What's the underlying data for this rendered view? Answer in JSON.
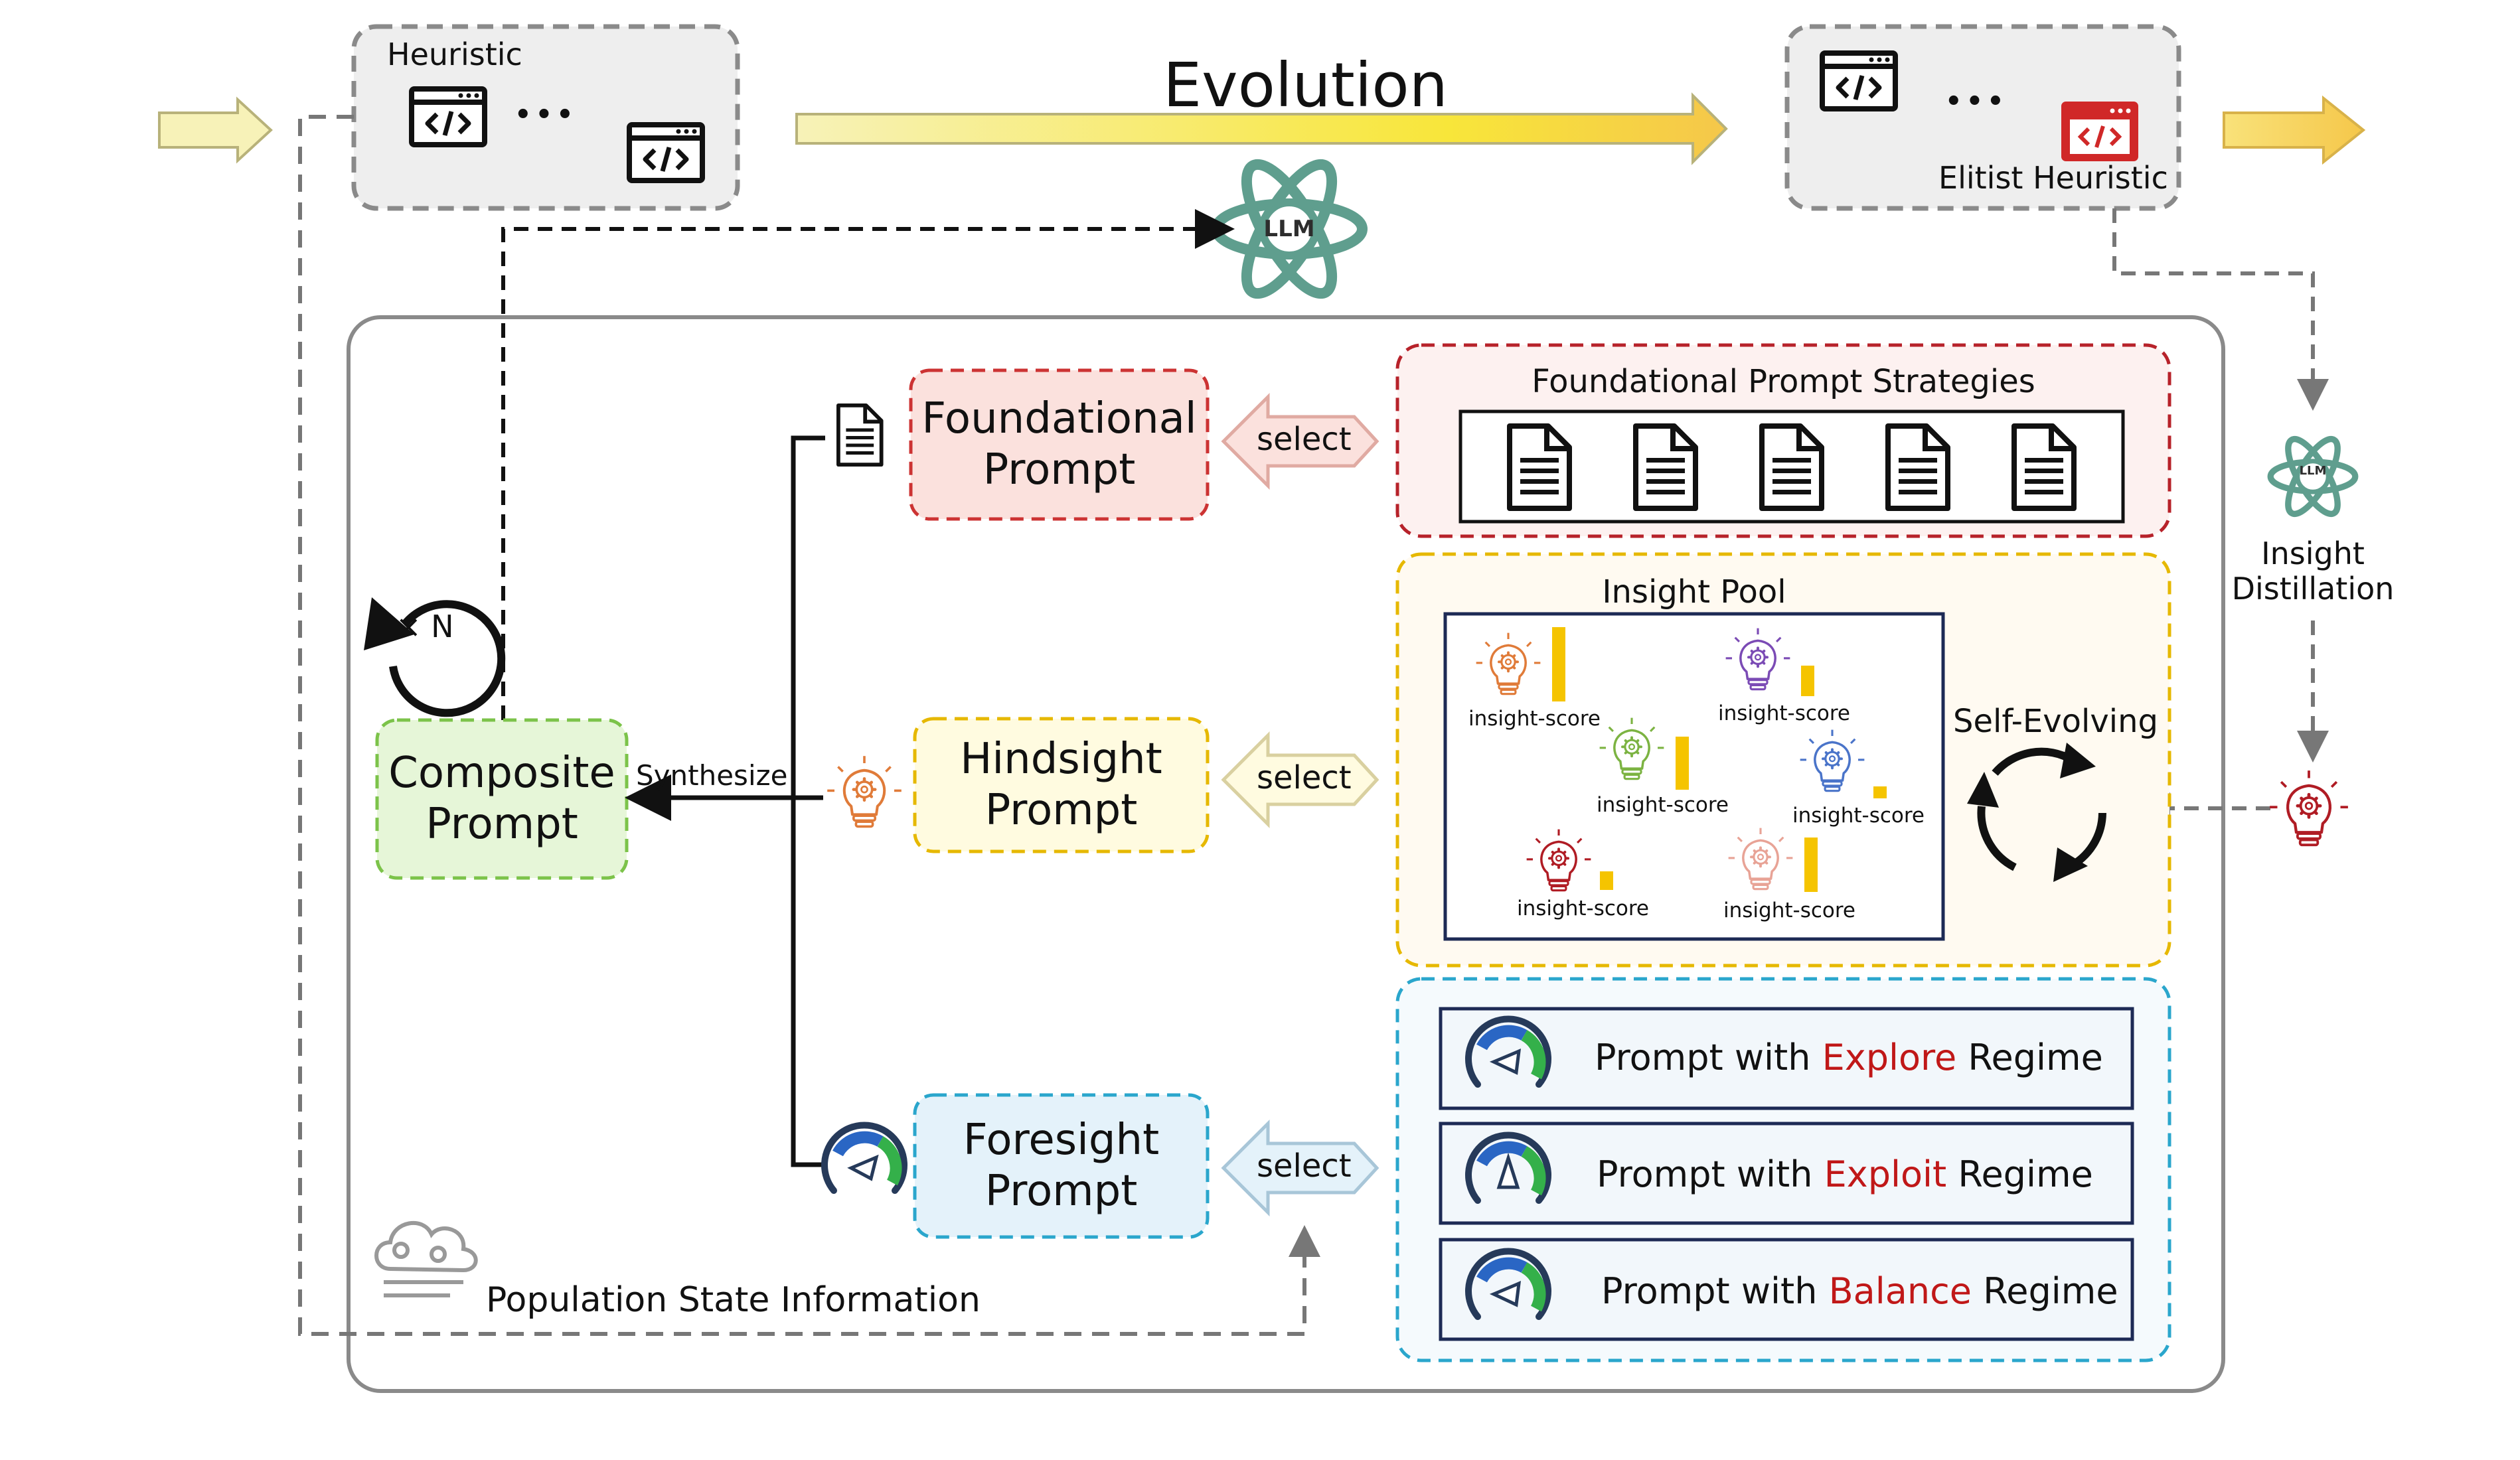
{
  "top": {
    "heuristic_label": "Heuristic",
    "ellipsis_left": "•••",
    "evolution_label": "Evolution",
    "ellipsis_right": "•••",
    "elitist_label": "Elitist Heuristic",
    "llm_label": "LLM"
  },
  "left": {
    "repeat_label": "× N",
    "composite_line1": "Composite",
    "composite_line2": "Prompt",
    "synthesize_label": "Synthesize",
    "population_label": "Population State Information"
  },
  "prompts": {
    "foundational_line1": "Foundational",
    "foundational_line2": "Prompt",
    "hindsight_line1": "Hindsight",
    "hindsight_line2": "Prompt",
    "foresight_line1": "Foresight",
    "foresight_line2": "Prompt",
    "select_label": "select"
  },
  "strategies": {
    "title": "Foundational Prompt Strategies"
  },
  "insight_pool": {
    "title": "Insight Pool",
    "score_label": "insight-score",
    "self_evolving": "Self-Evolving",
    "bulb_colors": [
      "#e07b39",
      "#7b4bb5",
      "#7cb342",
      "#4a74c9",
      "#b01c24",
      "#e8a396"
    ],
    "bar_color": "#f5c400"
  },
  "right": {
    "llm_label": "LLM",
    "distill_line1": "Insight",
    "distill_line2": "Distillation"
  },
  "regimes": [
    {
      "prefix": "Prompt with ",
      "keyword": "Explore",
      "suffix": " Regime"
    },
    {
      "prefix": "Prompt with ",
      "keyword": "Exploit",
      "suffix": " Regime"
    },
    {
      "prefix": "Prompt with ",
      "keyword": "Balance",
      "suffix": " Regime"
    }
  ],
  "colors": {
    "llm_teal": "#5f9e8e",
    "foundational_border": "#cc3333",
    "hindsight_border": "#e6b800",
    "foresight_border": "#2aa6cc",
    "composite_border": "#7cc34a",
    "regime_keyword": "#c01818"
  }
}
